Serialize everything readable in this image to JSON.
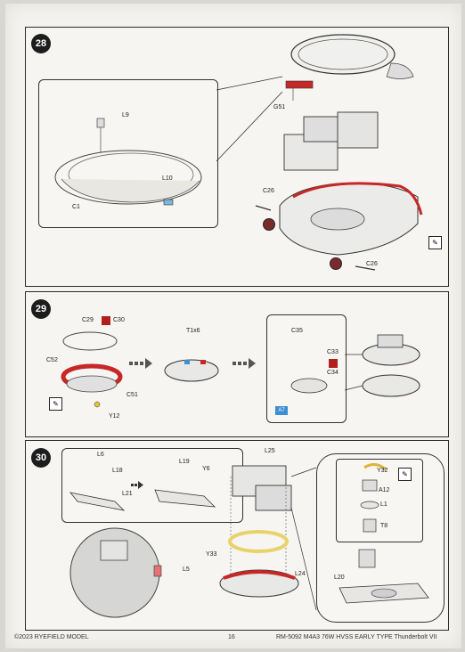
{
  "steps": {
    "s28": {
      "number": "28",
      "labels": {
        "l9": "L9",
        "l10": "L10",
        "c1": "C1",
        "g51": "G51",
        "c26a": "C26",
        "c26b": "C26"
      }
    },
    "s29": {
      "number": "29",
      "labels": {
        "c29": "C29",
        "c30": "C30",
        "c52": "C52",
        "c51": "C51",
        "y12": "Y12",
        "t1x6": "T1x6",
        "c35": "C35",
        "c33": "C33",
        "c34": "C34",
        "a7": "A7"
      }
    },
    "s30": {
      "number": "30",
      "labels": {
        "l6": "L6",
        "l18": "L18",
        "l21": "L21",
        "l19": "L19",
        "y6": "Y6",
        "l25": "L25",
        "y32": "Y32",
        "a12": "A12",
        "l1": "L1",
        "t8": "T8",
        "l5": "L5",
        "y33": "Y33",
        "l24": "L24",
        "l20": "L20"
      }
    }
  },
  "footer": {
    "copyright": "©2023 RYEFIELD MODEL",
    "page_number": "16",
    "product": "RM-5092 M4A3 76W HVSS EARLY TYPE Thunderbolt VII"
  },
  "colors": {
    "accent_red": "#c62828",
    "highlight_yellow": "#e7d36a",
    "blue_part": "#3c8fd0"
  },
  "icons": [
    "pencil-icon",
    "cement-icon",
    "callout-arrow-icon"
  ]
}
